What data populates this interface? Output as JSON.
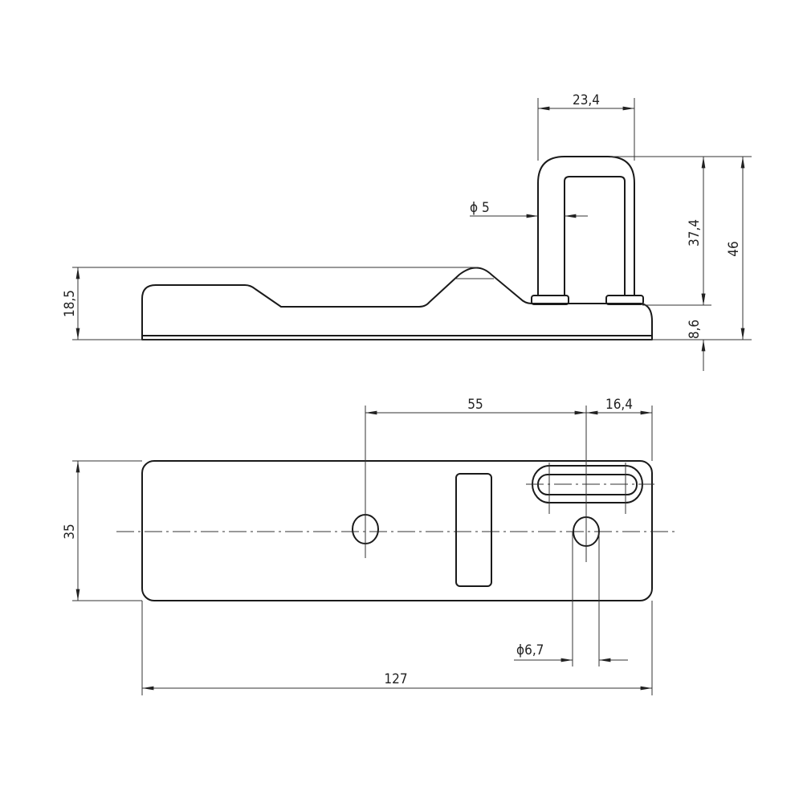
{
  "drawing": {
    "side_view": {
      "dimensions": {
        "bracket_width": "23,4",
        "wire_diameter": "ϕ 5",
        "bracket_height": "37,4",
        "total_height": "46",
        "base_height": "8,6",
        "ramp_height": "18,5"
      }
    },
    "top_view": {
      "dimensions": {
        "hole_spacing": "55",
        "edge_offset": "16,4",
        "plate_width": "35",
        "hole_diameter": "ϕ6,7",
        "plate_length": "127"
      }
    },
    "colors": {
      "line": "#1a1a1a",
      "background": "#ffffff"
    }
  }
}
